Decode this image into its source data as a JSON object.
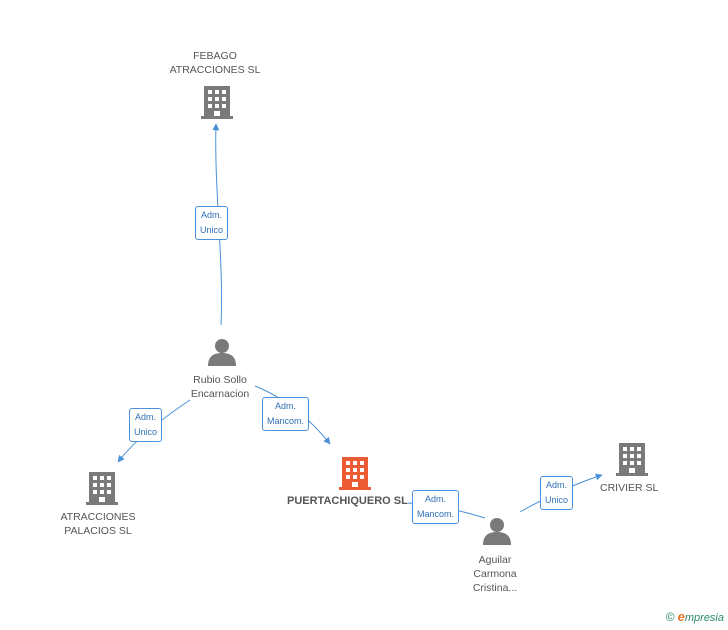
{
  "colors": {
    "edge": "#4a90d9",
    "company": "#7a7a7a",
    "company_main": "#ec5b33",
    "person": "#7a7a7a"
  },
  "nodes": {
    "febago": {
      "name_line1": "FEBAGO",
      "name_line2": "ATRACCIONES SL",
      "icon": "building-icon"
    },
    "rubio": {
      "name_line1": "Rubio Sollo",
      "name_line2": "Encarnacion",
      "icon": "person-icon"
    },
    "atracciones_palacios": {
      "name_line1": "ATRACCIONES",
      "name_line2": "PALACIOS SL",
      "icon": "building-icon"
    },
    "puertachiquero": {
      "name": "PUERTACHIQUERO SL",
      "icon": "building-icon"
    },
    "crivier": {
      "name": "CRIVIER SL",
      "icon": "building-icon"
    },
    "aguilar": {
      "name_line1": "Aguilar",
      "name_line2": "Carmona",
      "name_line3": "Cristina...",
      "icon": "person-icon"
    }
  },
  "relations": {
    "rubio_febago": {
      "line1": "Adm.",
      "line2": "Unico"
    },
    "rubio_palacios": {
      "line1": "Adm.",
      "line2": "Unico"
    },
    "rubio_puerta": {
      "line1": "Adm.",
      "line2": "Mancom."
    },
    "aguilar_puerta": {
      "line1": "Adm.",
      "line2": "Mancom."
    },
    "aguilar_crivier": {
      "line1": "Adm.",
      "line2": "Unico"
    }
  },
  "footer": {
    "copyright": "©",
    "brand_initial": "e",
    "brand_rest": "mpresia"
  }
}
